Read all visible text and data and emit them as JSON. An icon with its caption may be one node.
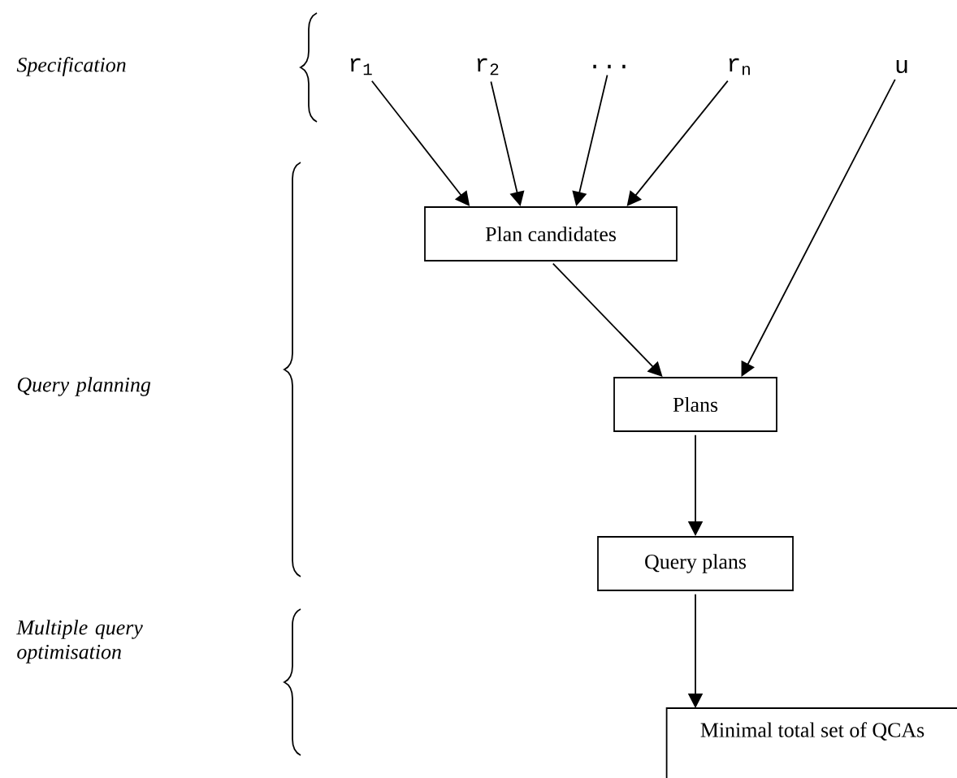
{
  "diagram": {
    "nodes": [
      {
        "text": [
          "r$_{1}$"
        ]
      },
      {
        "text": [
          "r$_{2}$"
        ]
      },
      {
        "text": [
          "..."
        ]
      },
      {
        "text": [
          "r$_{n}$"
        ]
      },
      {
        "text": [
          "u"
        ]
      },
      {
        "text": [
          "Plan candidates"
        ]
      },
      {
        "text": [
          "Plans"
        ]
      },
      {
        "text": [
          "Query plans"
        ]
      },
      {
        "text": [
          "Minimal total set of QCAs"
        ]
      }
    ],
    "edges": [
      {
        "from": 0,
        "to": 5,
        "arrow": "to"
      },
      {
        "from": 1,
        "to": 5,
        "arrow": "to"
      },
      {
        "from": 2,
        "to": 5,
        "arrow": "to"
      },
      {
        "from": 3,
        "to": 5,
        "arrow": "to"
      },
      {
        "from": 5,
        "to": 6,
        "arrow": "to"
      },
      {
        "from": 4,
        "to": 6,
        "arrow": "to"
      },
      {
        "from": 6,
        "to": 7,
        "arrow": "to"
      },
      {
        "from": 7,
        "to": 8,
        "arrow": "to"
      }
    ],
    "labels": [
      "Specification",
      "Query planning",
      "Multiple query optimisation"
    ]
  }
}
